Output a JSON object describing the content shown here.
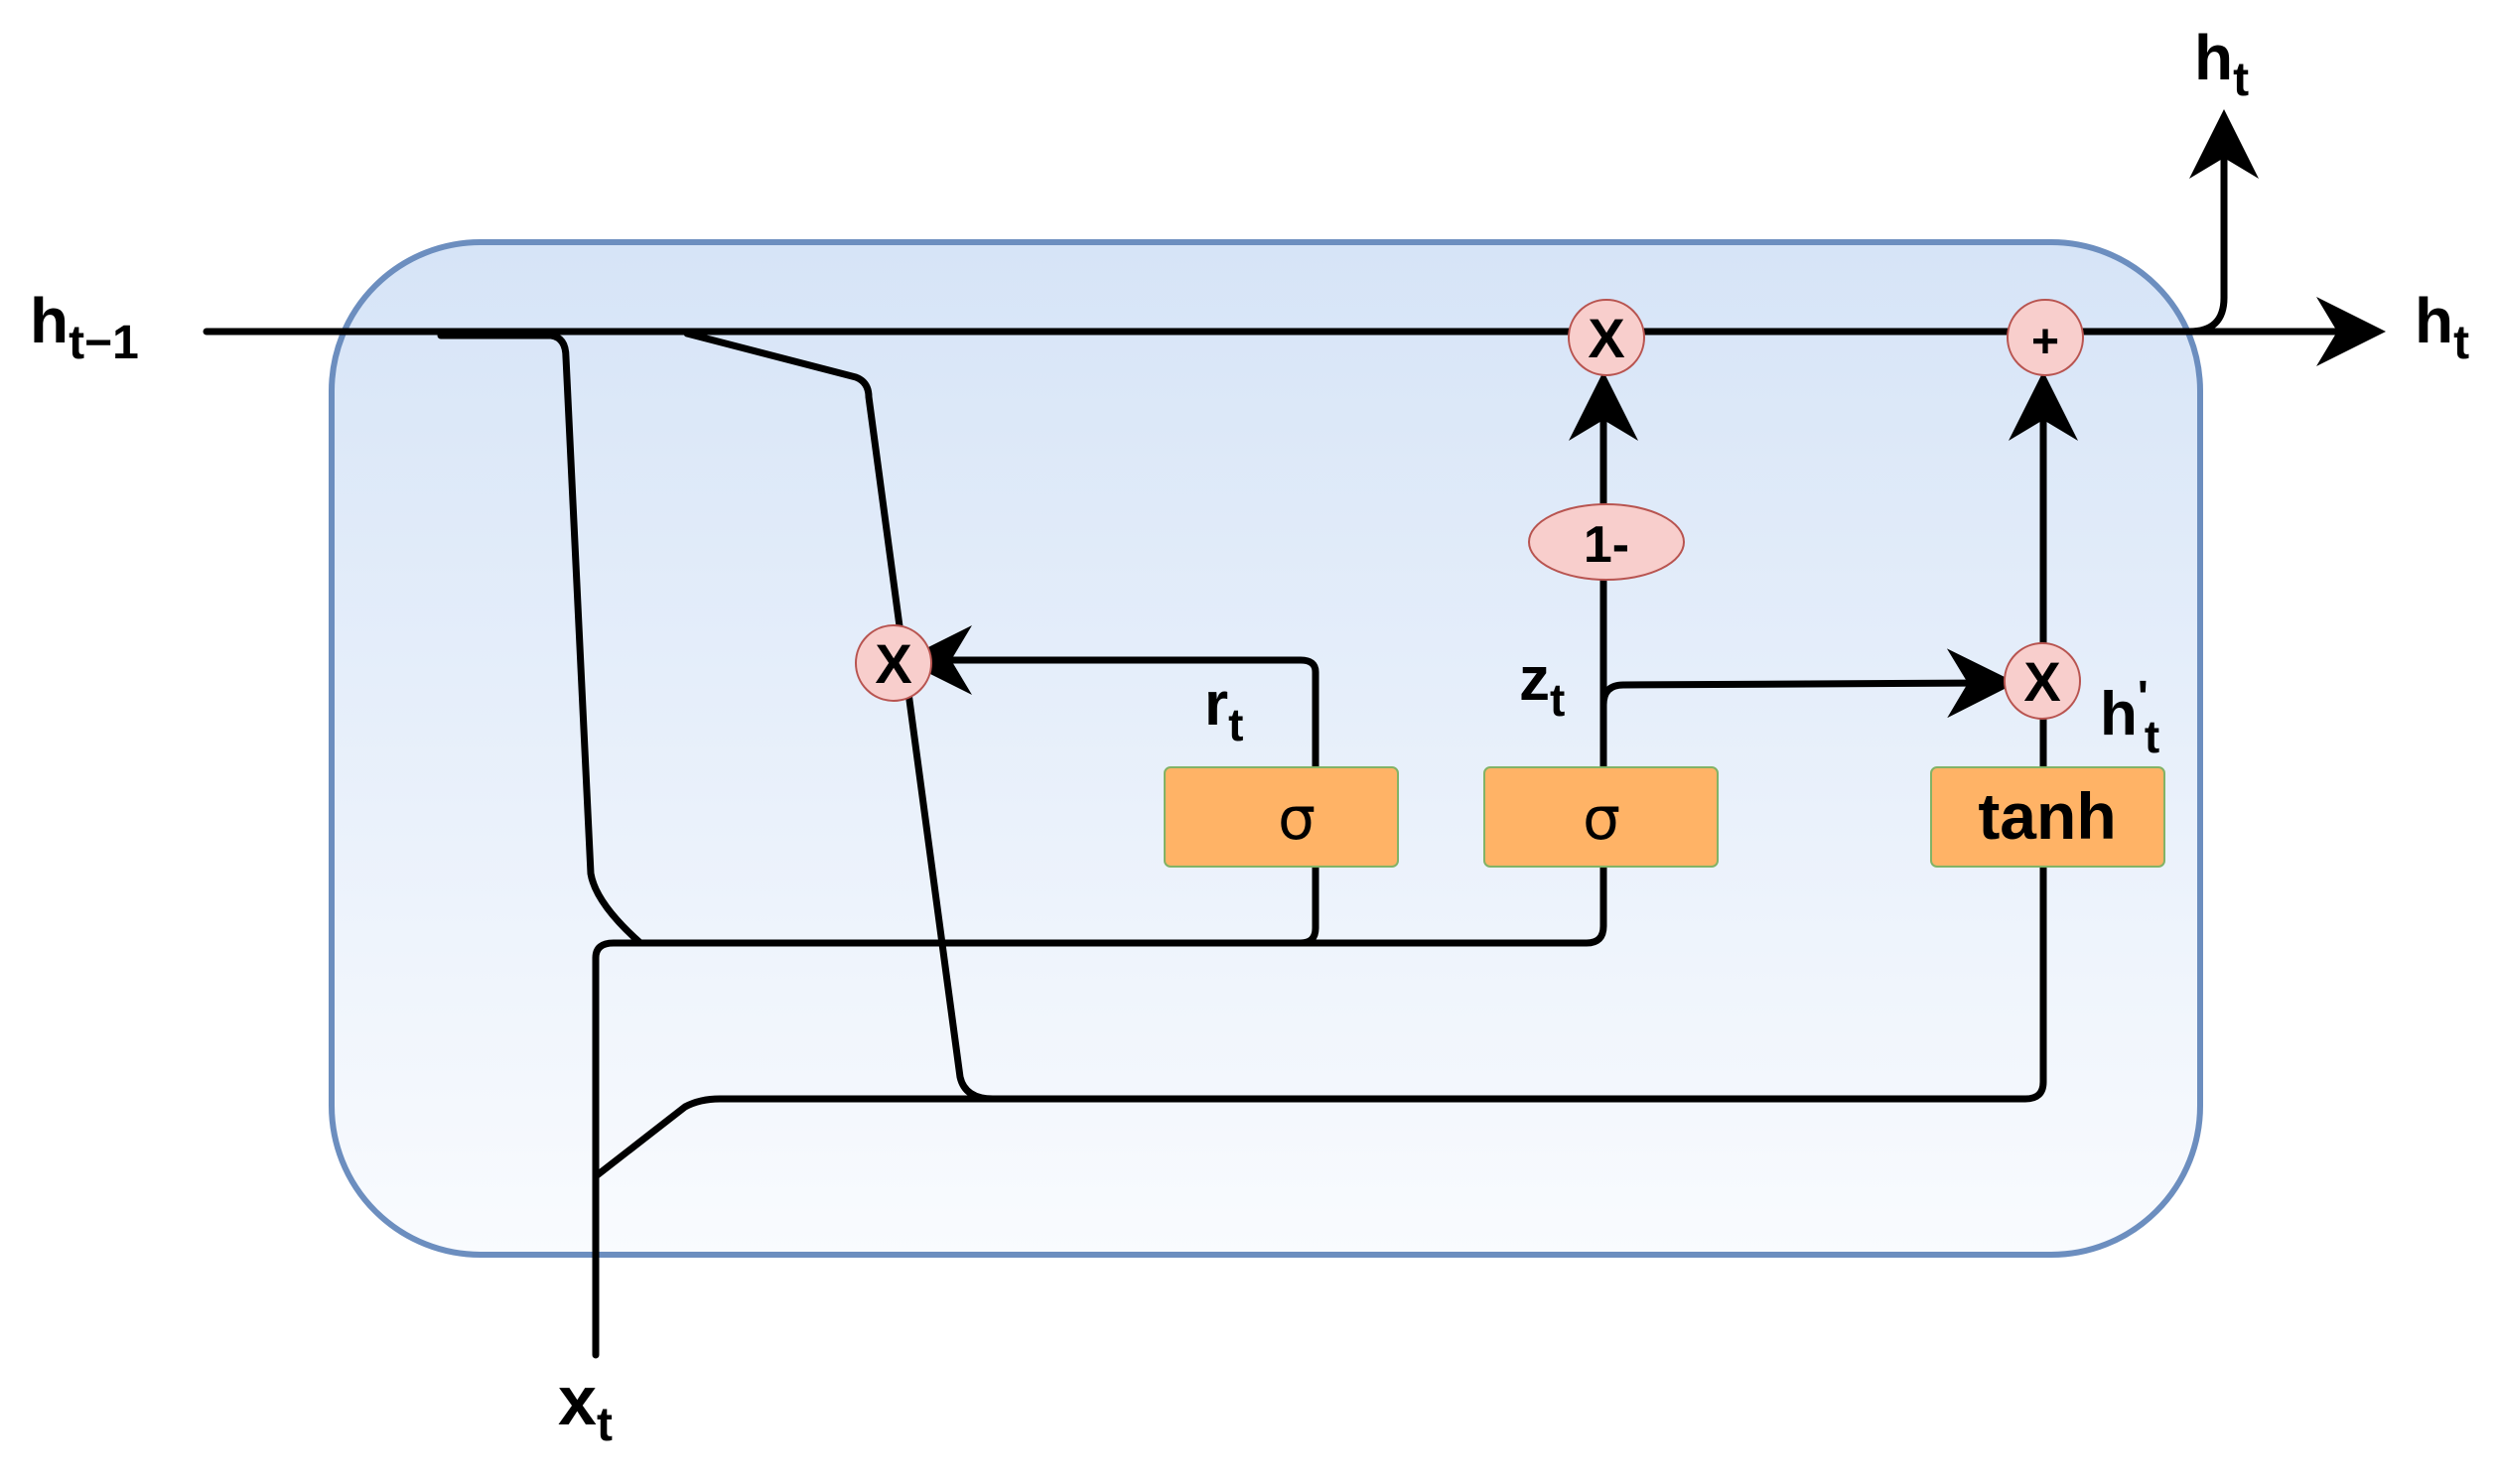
{
  "labels": {
    "h_prev": {
      "base": "h",
      "sub": "t−1"
    },
    "h_out_top": {
      "base": "h",
      "sub": "t"
    },
    "h_out_right": {
      "base": "h",
      "sub": "t"
    },
    "x_in": {
      "base": "x",
      "sub": "t"
    },
    "r_gate": {
      "base": "r",
      "sub": "t"
    },
    "z_gate": {
      "base": "z",
      "sub": "t"
    },
    "h_candidate": {
      "base": "h",
      "sup": "'",
      "sub": "t"
    }
  },
  "gates": {
    "reset_sigma": "σ",
    "update_sigma": "σ",
    "candidate_tanh": "tanh"
  },
  "operators": {
    "reset_multiply": "X",
    "update_multiply": "X",
    "hidden_multiply": "X",
    "hidden_add": "+",
    "one_minus": "1-"
  },
  "colors": {
    "cell_fill_top": "#d6e4f7",
    "cell_fill_bottom": "#f9fbfe",
    "cell_border": "#6c8ebf",
    "gate_fill": "#ffb366",
    "gate_border": "#82b366",
    "operator_fill": "#f8cecc",
    "operator_border": "#b85450",
    "wire": "#000000"
  }
}
